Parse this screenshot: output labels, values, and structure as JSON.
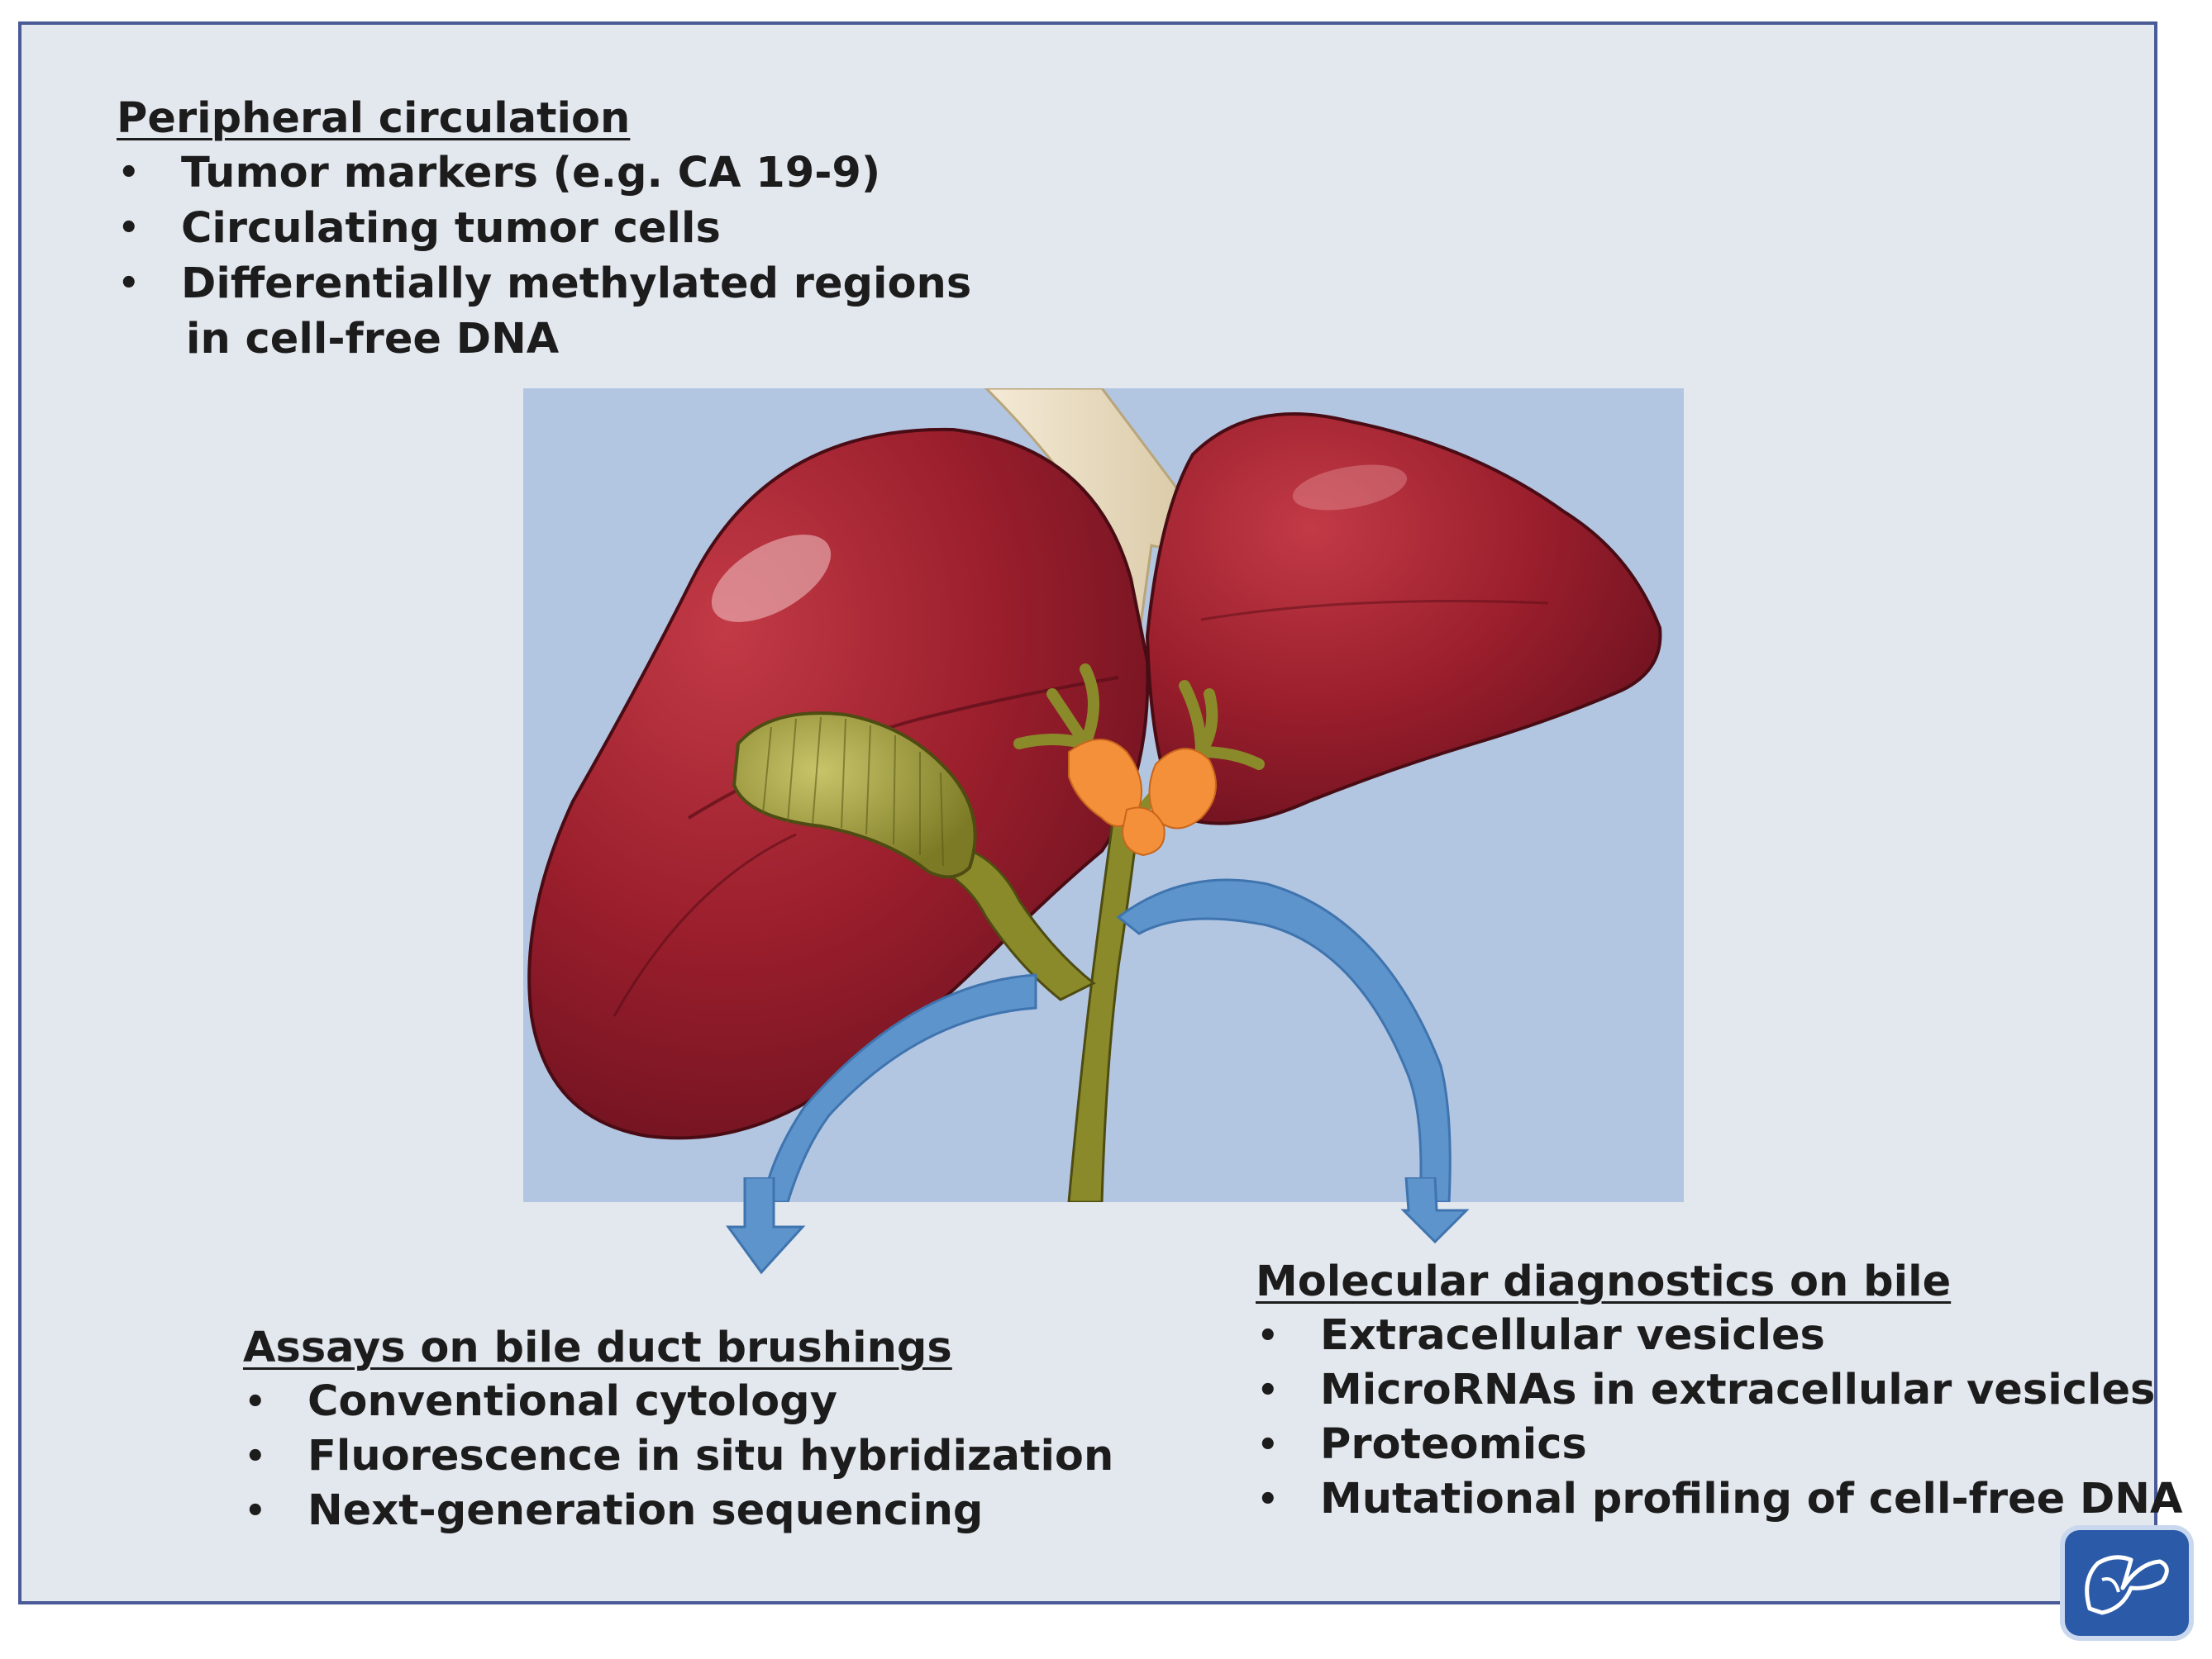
{
  "peripheral_circulation": {
    "heading": "Peripheral circulation",
    "items": [
      "Tumor markers (e.g. CA 19-9)",
      "Circulating tumor cells",
      "Differentially methylated regions",
      "in cell-free DNA"
    ]
  },
  "bile_duct_brushings": {
    "heading": "Assays on bile duct brushings",
    "items": [
      "Conventional cytology",
      "Fluorescence in situ hybridization",
      "Next-generation sequencing"
    ]
  },
  "molecular_diagnostics_bile": {
    "heading": "Molecular diagnostics on bile",
    "items": [
      "Extracellular vesicles",
      "MicroRNAs in extracellular vesicles",
      "Proteomics",
      "Mutational profiling of cell-free DNA"
    ]
  },
  "icons": {
    "illustration": "liver-biliary-tree-illustration",
    "arrows": "curved-arrow-icon",
    "publisher_logo": "publisher-logo"
  },
  "colors": {
    "frame_border": "#4a5a96",
    "frame_background": "#e3e7ee",
    "illustration_background": "#b2c6e2",
    "liver": "#9a1e2c",
    "gallbladder_and_ducts": "#8a8a2a",
    "tumor": "#f4903a",
    "arrows": "#5e94cc"
  }
}
